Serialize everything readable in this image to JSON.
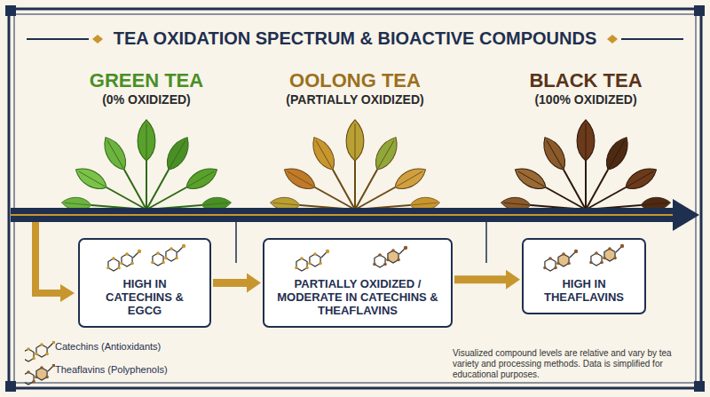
{
  "diagram": {
    "title": "TEA OXIDATION SPECTRUM & BIOACTIVE COMPOUNDS",
    "nodes": [
      {
        "text": [
          "HIGH IN CATECHINS & EGCG"
        ]
      },
      {
        "text": [
          "PARTIALLY OXIDIZED / MODERATE IN CATECHINS & THEAFLAVINS"
        ]
      },
      {
        "text": [
          "HIGH IN THEAFLAVINS"
        ]
      }
    ],
    "edges": [
      {
        "from": 0,
        "to": 1,
        "arrow": "to"
      },
      {
        "from": 1,
        "to": 2,
        "arrow": "to"
      }
    ],
    "labels": [
      "GREEN TEA",
      "(0% OXIDIZED)",
      "OOLONG TEA",
      "(PARTIALLY OXIDIZED)",
      "BLACK TEA",
      "(100% OXIDIZED)",
      "Visualized compound levels are relative and vary by tea variety and processing methods. Data is simplified for educational purposes."
    ],
    "legend": [
      {
        "text": "Catechins (Antioxidants)"
      },
      {
        "text": "Theaflavins (Polyphenols)"
      }
    ]
  }
}
